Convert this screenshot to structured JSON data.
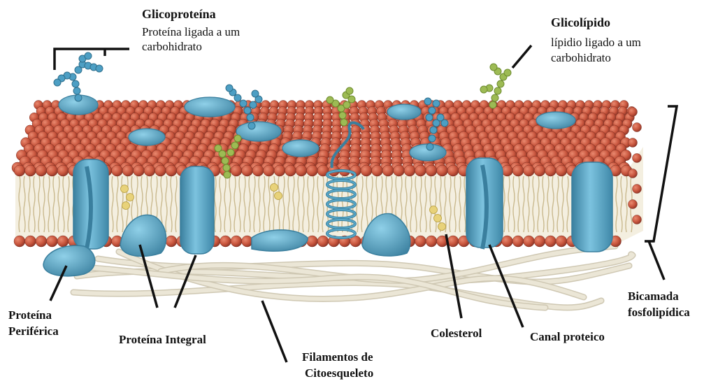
{
  "labels": {
    "glicoproteina": {
      "title": "Glicoproteína",
      "line1": "Proteína ligada a um",
      "line2": "carbohidrato"
    },
    "glicolipido": {
      "title": "Glicolípido",
      "line1": "lípidio ligado a um",
      "line2": "carbohidrato"
    },
    "proteina_periferica": {
      "line1": "Proteína",
      "line2": "Periférica"
    },
    "proteina_integral": "Proteína Integral",
    "filamentos": {
      "line1": "Filamentos de",
      "line2": "Citoesqueleto"
    },
    "colesterol": "Colesterol",
    "canal_proteico": "Canal proteico",
    "bicamada": {
      "line1": "Bicamada",
      "line2": "fosfolipídica"
    }
  },
  "colors": {
    "phospholipid_head": "#c8553d",
    "phospholipid_head_shade": "#8e3526",
    "protein": "#5aa9c9",
    "protein_dark": "#3a7f9e",
    "glyco_chain_blue": "#4d9fc4",
    "glyco_chain_green": "#9dbb54",
    "cholesterol": "#e8d27a",
    "filament": "#ebe6d6",
    "tail": "#c9b98e",
    "line": "#111111"
  }
}
